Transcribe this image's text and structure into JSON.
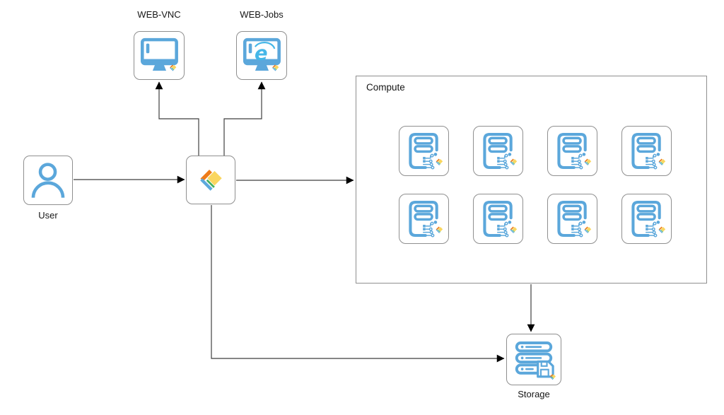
{
  "nodes": {
    "user": {
      "label": "User"
    },
    "web_vnc": {
      "label": "WEB-VNC"
    },
    "web_jobs": {
      "label": "WEB-Jobs"
    },
    "storage": {
      "label": "Storage"
    }
  },
  "compute": {
    "label": "Compute",
    "vm_count": 8,
    "columns": 4,
    "rows": 2
  },
  "edges": [
    {
      "from": "user",
      "to": "batch"
    },
    {
      "from": "batch",
      "to": "web_vnc"
    },
    {
      "from": "batch",
      "to": "web_jobs"
    },
    {
      "from": "batch",
      "to": "compute"
    },
    {
      "from": "batch",
      "to": "storage"
    },
    {
      "from": "compute",
      "to": "storage"
    }
  ],
  "icons": {
    "user": "person-icon",
    "web_vnc": "monitor-icon",
    "web_jobs": "monitor-ie-icon",
    "batch": "azure-batch-logo-icon",
    "vm": "server-circuit-icon",
    "storage": "storage-rack-floppy-icon",
    "badge": "azure-batch-badge-icon"
  },
  "colors": {
    "icon_blue": "#5BA7DB",
    "ie_blue": "#45B7E8",
    "logo_orange": "#EE7B18",
    "logo_yellow": "#FAD65F",
    "logo_green": "#45B05E",
    "logo_blue": "#5CA9DC",
    "border_gray": "#8F8F8F",
    "arrow_line": "#3F3F3F",
    "arrow_head": "#000000",
    "text_color": "#161616"
  }
}
